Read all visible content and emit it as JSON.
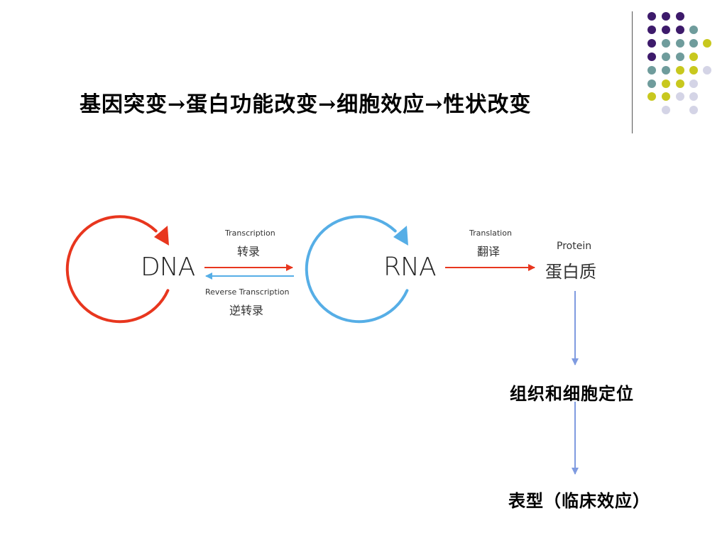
{
  "title": "基因突变→蛋白功能改变→细胞效应→性状改变",
  "decoration": {
    "dot_colors": {
      "purple": "#3d1a6b",
      "teal": "#6f9c9c",
      "yellow": "#c8c81e",
      "lavender": "#d4d4e6"
    }
  },
  "diagram": {
    "dna": "DNA",
    "rna": "RNA",
    "transcription_en": "Transcription",
    "transcription_cn": "转录",
    "reverse_en": "Reverse  Transcription",
    "reverse_cn": "逆转录",
    "translation_en": "Translation",
    "translation_cn": "翻译",
    "protein_en": "Protein",
    "protein_cn": "蛋白质",
    "colors": {
      "dna_cycle": "#e8361e",
      "rna_cycle": "#56aee6",
      "down_arrow": "#7f9be0"
    }
  },
  "effects": {
    "cell_localization": "组织和细胞定位",
    "phenotype": "表型（临床效应）"
  }
}
